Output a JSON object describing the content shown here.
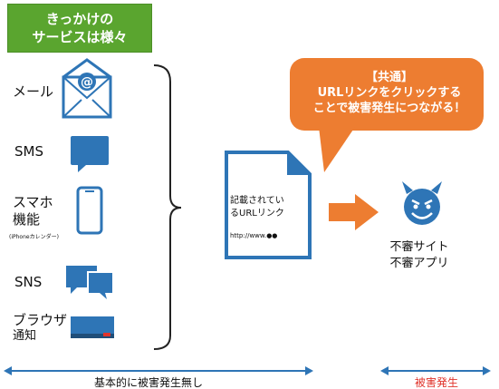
{
  "header": {
    "line1": "きっかけの",
    "line2": "サービスは様々"
  },
  "sources": [
    {
      "label": "メール",
      "icon": "mail-icon"
    },
    {
      "label": "SMS",
      "icon": "sms-icon"
    },
    {
      "label": "スマホ",
      "label2": "機能",
      "sub": "(iPhoneカレンダー)",
      "icon": "smartphone-icon"
    },
    {
      "label": "SNS",
      "icon": "sns-icon"
    },
    {
      "label": "ブラウザ",
      "label2": "通知",
      "icon": "browser-icon"
    }
  ],
  "callout": {
    "title": "【共通】",
    "line1": "URLリンクをクリックする",
    "line2": "ことで被害発生につながる！"
  },
  "document": {
    "line1": "記載されてい",
    "line2": "るURLリンク",
    "url": "http://www.●●"
  },
  "result": {
    "line1": "不審サイト",
    "line2": "不審アプリ",
    "icon": "devil-icon"
  },
  "bottom": {
    "left": "基本的に被害発生無し",
    "right": "被害発生"
  },
  "colors": {
    "green": "#5aa52f",
    "blue": "#2e75b6",
    "orange": "#ed7d31",
    "red": "#e0342c"
  }
}
